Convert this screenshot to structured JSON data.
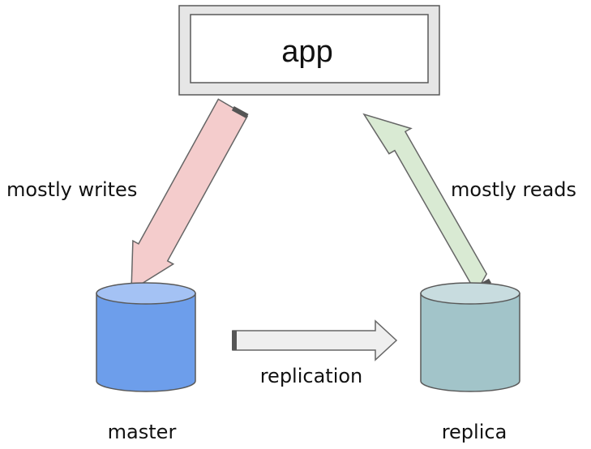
{
  "app": {
    "label": "app"
  },
  "nodes": {
    "master": {
      "label": "master",
      "body_color": "#6d9eeb",
      "top_color": "#a4c2f4"
    },
    "replica": {
      "label": "replica",
      "body_color": "#a2c4c9",
      "top_color": "#c8dcdf"
    }
  },
  "edges": {
    "writes": {
      "label": "mostly writes",
      "color": "#f4cccc"
    },
    "reads": {
      "label": "mostly reads",
      "color": "#d9ead3"
    },
    "replication": {
      "label": "replication",
      "color": "#efefef"
    }
  },
  "colors": {
    "outline": "#595959",
    "app_frame": "#e6e6e6",
    "arrow_outline": "#666666",
    "arrow_tail": "#555555"
  }
}
